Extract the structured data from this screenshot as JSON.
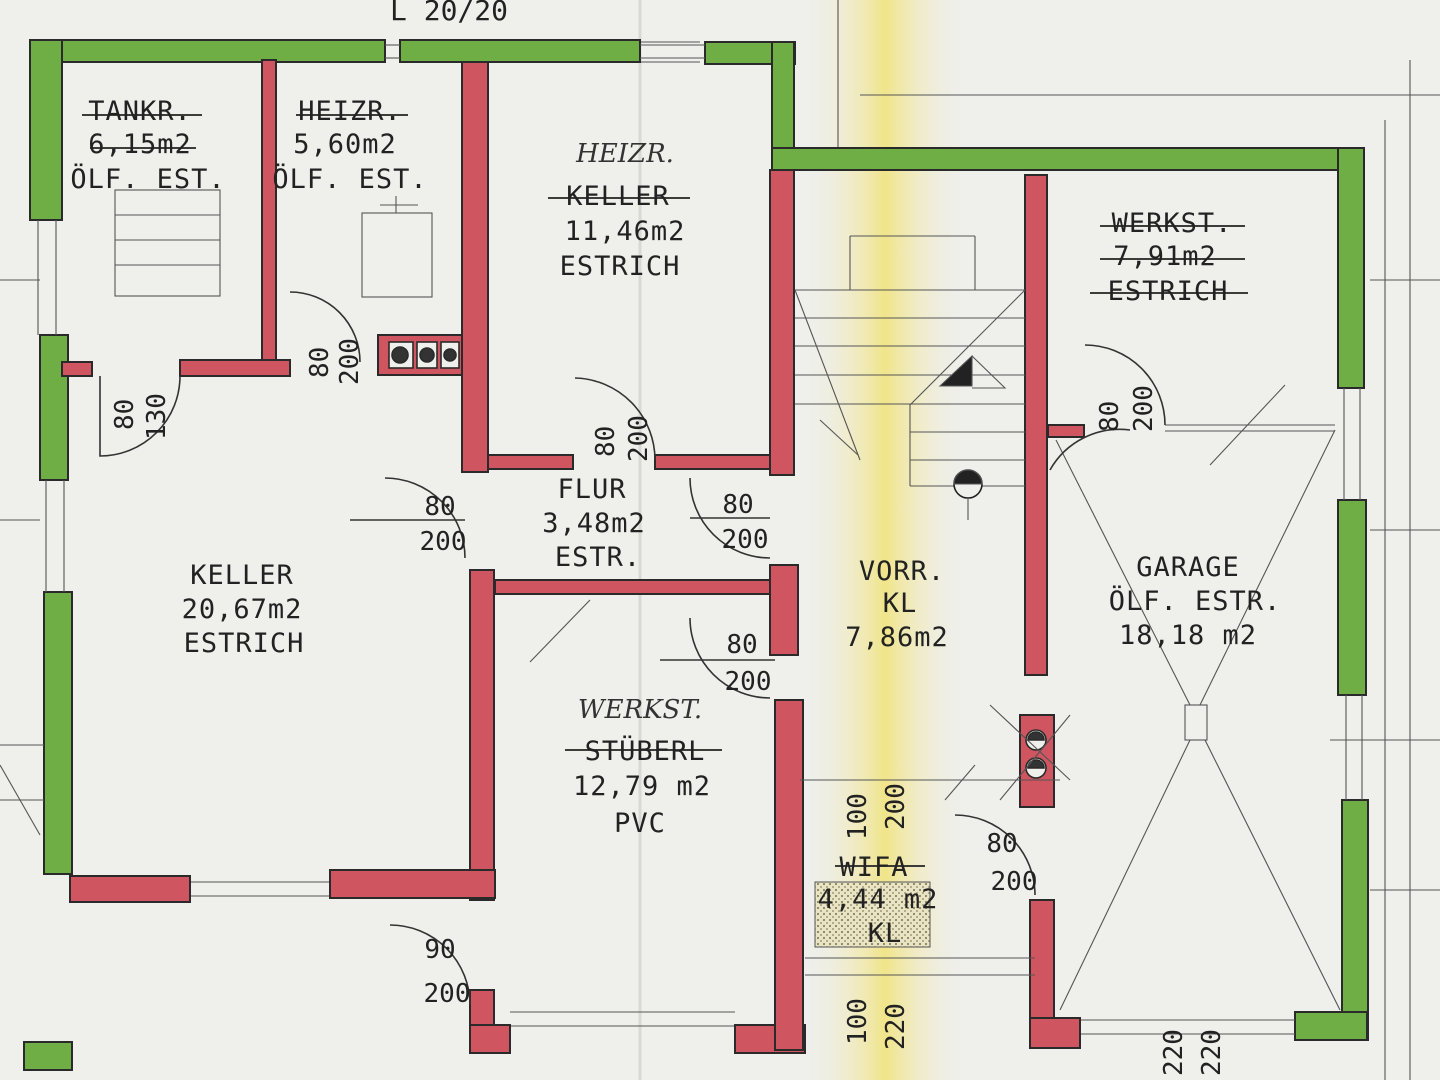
{
  "title": "L 20/20",
  "colors": {
    "exterior_wall": "#6fae45",
    "interior_wall": "#cf5560",
    "wall_outline": "#2a2a2a",
    "paper": "#efefec",
    "fold_highlight": "#f3e889"
  },
  "rooms": [
    {
      "id": "tank",
      "name": "TANKR.",
      "area": "6,15m2",
      "floor": "ÖLF. EST.",
      "name_struck": true
    },
    {
      "id": "heiz",
      "name": "HEIZR.",
      "area": "5,60m2",
      "floor": "ÖLF. EST.",
      "name_struck": true
    },
    {
      "id": "keller1",
      "annotation": "HEIZR.",
      "name": "KELLER",
      "area": "11,46m2",
      "floor": "ESTRICH",
      "name_struck": true
    },
    {
      "id": "werkst1",
      "name": "WERKST.",
      "area": "7,91m2",
      "floor": "ESTRICH",
      "name_struck": true
    },
    {
      "id": "keller2",
      "name": "KELLER",
      "area": "20,67m2",
      "floor": "ESTRICH"
    },
    {
      "id": "flur",
      "name": "FLUR",
      "area": "3,48m2",
      "floor": "ESTR."
    },
    {
      "id": "vorr",
      "name": "VORR.",
      "area": "KL",
      "floor": "7,86m2"
    },
    {
      "id": "garage",
      "name": "GARAGE",
      "area": "ÖLF. ESTR.",
      "floor": "18,18 m2"
    },
    {
      "id": "stueberl",
      "annotation": "WERKST.",
      "name": "STÜBERL",
      "area": "12,79 m2",
      "floor": "PVC",
      "name_struck": true
    },
    {
      "id": "wifa",
      "name": "WIFA",
      "area": "4,44 m2",
      "floor": "KL",
      "name_struck": true
    }
  ],
  "doors": [
    {
      "id": "d1",
      "width": "80",
      "height": "130"
    },
    {
      "id": "d2",
      "width": "80",
      "height": "200"
    },
    {
      "id": "d3",
      "width": "80",
      "height": "200"
    },
    {
      "id": "d4",
      "width": "80",
      "height": "200"
    },
    {
      "id": "d5",
      "width": "80",
      "height": "200"
    },
    {
      "id": "d6",
      "width": "80",
      "height": "200"
    },
    {
      "id": "d7",
      "width": "80",
      "height": "200"
    },
    {
      "id": "d8",
      "width": "90",
      "height": "200"
    },
    {
      "id": "d9",
      "width": "80",
      "height": "200"
    },
    {
      "id": "d10",
      "width": "100",
      "height": "200"
    },
    {
      "id": "d11",
      "width": "100",
      "height": "220"
    },
    {
      "id": "d12",
      "width": "220",
      "height": "220"
    }
  ]
}
